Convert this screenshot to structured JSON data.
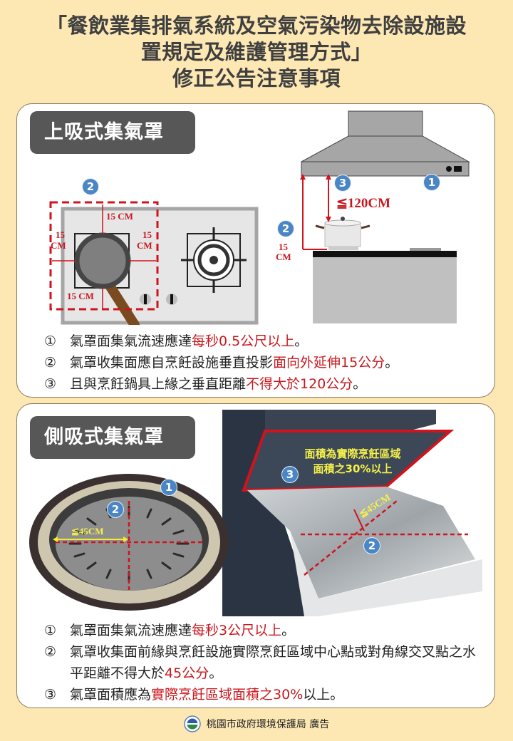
{
  "title": {
    "line1": "「餐飲業集排氣系統及空氣污染物去除設施設",
    "line2": "置規定及維護管理方式」",
    "line3": "修正公告注意事項"
  },
  "section_top": {
    "heading": "上吸式集氣罩",
    "stove_diagram": {
      "badge": "2",
      "dim_top": "15 CM",
      "dim_left_1": "15",
      "dim_left_2": "CM",
      "dim_right_1": "15",
      "dim_right_2": "CM",
      "dim_bottom": "15 CM"
    },
    "hood_diagram": {
      "badge_1": "1",
      "badge_2": "2",
      "badge_3": "3",
      "dim_height": "≦120CM",
      "dim_side_1": "15",
      "dim_side_2": "CM"
    },
    "rules": [
      {
        "num": "①",
        "text": "氣罩面集氣流速應達",
        "highlight": "每秒0.5公尺以上",
        "tail": "。"
      },
      {
        "num": "②",
        "text": "氣罩收集面應自烹飪設施垂直投影",
        "highlight": "面向外延伸15公分",
        "tail": "。"
      },
      {
        "num": "③",
        "text": "且與烹飪鍋具上緣之垂直距離",
        "highlight": "不得大於120公分",
        "tail": "。"
      }
    ]
  },
  "section_bottom": {
    "heading": "側吸式集氣罩",
    "grill_photo": {
      "badge_1": "1",
      "badge_2": "2",
      "dim_radius": "≦45CM"
    },
    "griddle_photo": {
      "badge_2": "2",
      "badge_3": "3",
      "dim_distance": "≦45CM",
      "area_note_1": "面積為實際烹飪區域",
      "area_note_2": "面積之30%以上"
    },
    "rules": [
      {
        "num": "①",
        "text": "氣罩面集氣流速應達",
        "highlight": "每秒3公尺以上",
        "tail": "。"
      },
      {
        "num": "②",
        "text": "氣罩收集面前緣與烹飪設施實際烹飪區域中心點或對角線交叉點之水平距離不得大於",
        "highlight": "45公分",
        "tail": "。"
      },
      {
        "num": "③",
        "text": "氣罩面積應為",
        "highlight": "實際烹飪區域面積之30%",
        "tail": "以上。"
      }
    ]
  },
  "footer": {
    "agency": "桃園市政府環境保護局 廣告",
    "logo_icon": "epb-logo-icon"
  },
  "colors": {
    "background": "#fde8b4",
    "heading_pill": "#575757",
    "highlight_red": "#c9181e",
    "badge_blue": "#4a86c5",
    "overlay_yellow": "#f4f04a"
  }
}
